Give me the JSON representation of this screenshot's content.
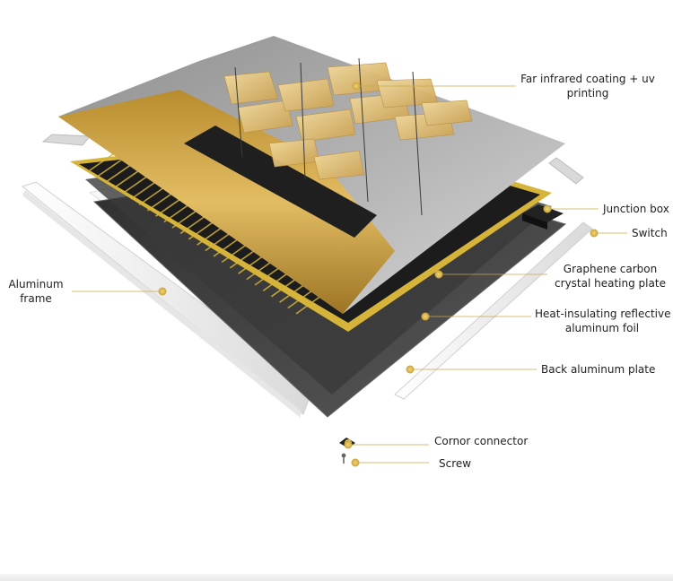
{
  "labels": {
    "far_infrared": [
      "Far infrared coating + uv",
      "printing"
    ],
    "junction_box": [
      "Junction box"
    ],
    "switch": [
      "Switch"
    ],
    "graphene": [
      "Graphene carbon",
      "crystal heating plate"
    ],
    "heat_insulating": [
      "Heat-insulating reflective",
      "aluminum foil"
    ],
    "back_plate": [
      "Back aluminum plate"
    ],
    "aluminum_frame": [
      "Aluminum",
      "frame"
    ],
    "corner_connector": [
      "Cornor connector"
    ],
    "screw": [
      "Screw"
    ]
  },
  "colors": {
    "accent_gold": "#d9b54a",
    "leader_line": "#c9a94a",
    "frame": "#f4f4f4",
    "back_plate": "#444444",
    "heating_film": "#1c1c1c",
    "heating_border": "#d6b43a",
    "sky": "#a9a9a9",
    "ship_gold": "#e6c77a"
  }
}
